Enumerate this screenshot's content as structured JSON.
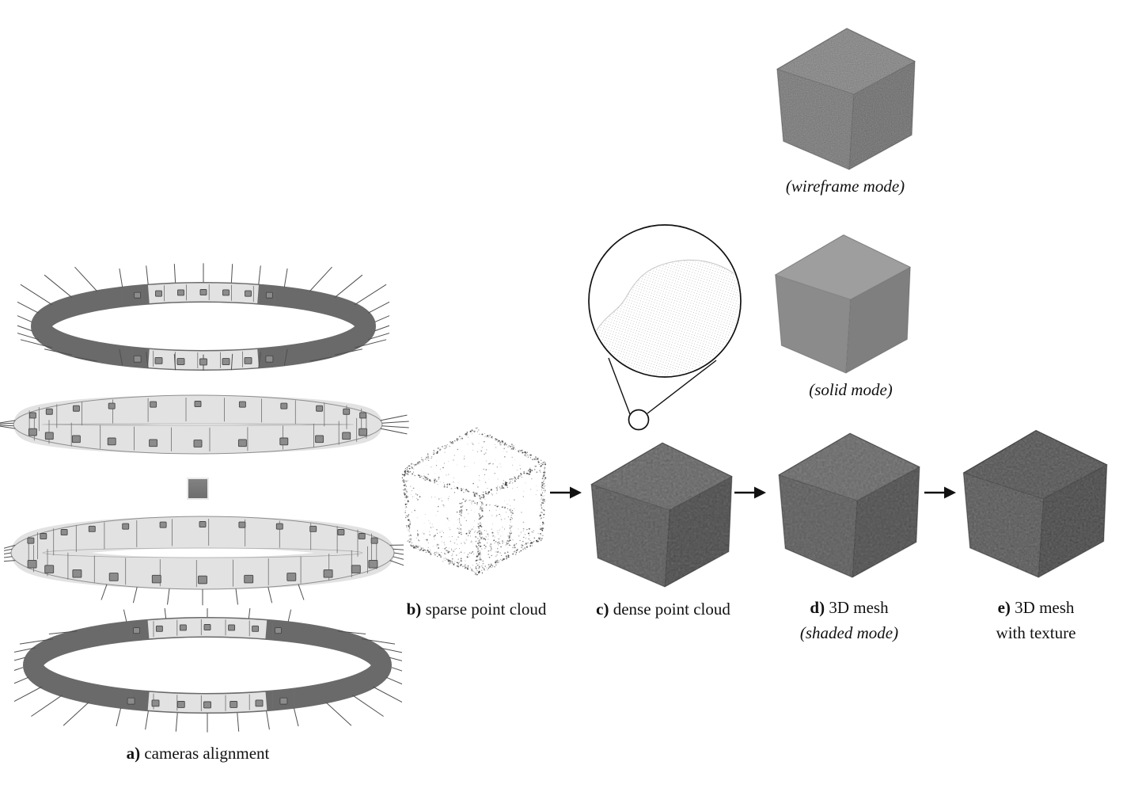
{
  "panels": {
    "a": {
      "prefix": "a)",
      "label": "cameras alignment"
    },
    "b": {
      "prefix": "b)",
      "label": "sparse point cloud"
    },
    "c": {
      "prefix": "c)",
      "label": "dense point cloud"
    },
    "d": {
      "prefix": "d)",
      "label": "3D mesh",
      "sublabel": "(shaded mode)"
    },
    "e": {
      "prefix": "e)",
      "label": "3D mesh",
      "sublabel": "with texture"
    }
  },
  "mode_captions": {
    "wireframe": "(wireframe mode)",
    "solid": "(solid mode)"
  },
  "icons": {
    "flow_arrow": "right-arrow",
    "detail_callout": "magnifier-circle"
  },
  "colors": {
    "background": "#ffffff",
    "text": "#111111",
    "arrow": "#111111",
    "ring_dark": "#6a6a6a",
    "ring_light": "#e2e2e2",
    "camera_box": "#8c8c8c",
    "cube_photo_front": "#6f6f6f",
    "cube_photo_right": "#5e5e5e",
    "cube_photo_top": "#7b7b7b",
    "cube_wireframe": "#8f8f8f",
    "cube_solid": "#8b8b8b",
    "point_dot": "#1a1a1a",
    "magnifier_dots": "#bcbcbc"
  }
}
